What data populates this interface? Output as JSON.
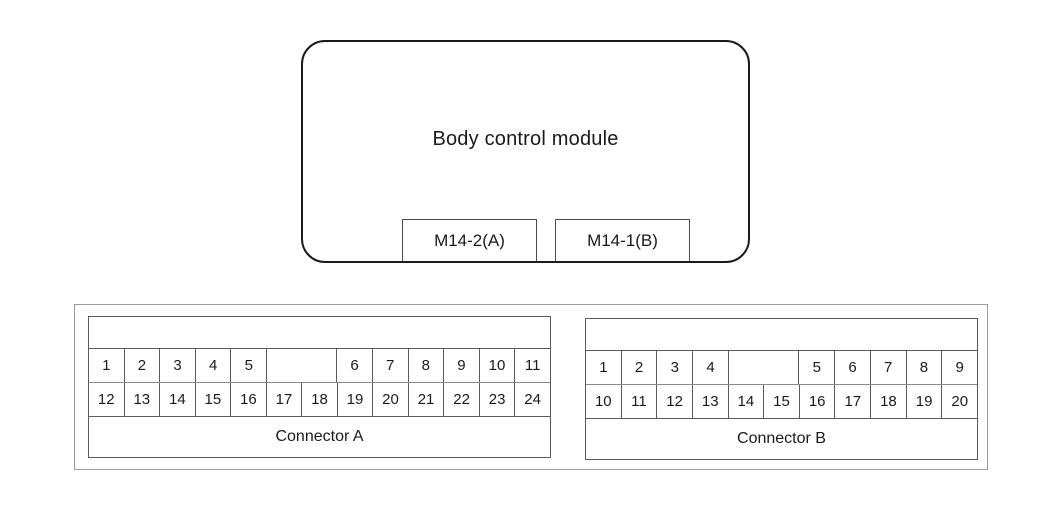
{
  "diagram": {
    "module": {
      "title": "Body control module",
      "tabs": [
        {
          "label": "M14-2(A)"
        },
        {
          "label": "M14-1(B)"
        }
      ]
    },
    "connectors": [
      {
        "label": "Connector A",
        "top_row": [
          "1",
          "2",
          "3",
          "4",
          "5",
          "",
          "6",
          "7",
          "8",
          "9",
          "10",
          "11"
        ],
        "top_row_gap_index": 5,
        "bottom_row": [
          "12",
          "13",
          "14",
          "15",
          "16",
          "17",
          "18",
          "19",
          "20",
          "21",
          "22",
          "23",
          "24"
        ]
      },
      {
        "label": "Connector B",
        "top_row": [
          "1",
          "2",
          "3",
          "4",
          "",
          "5",
          "6",
          "7",
          "8",
          "9"
        ],
        "top_row_gap_index": 4,
        "bottom_row": [
          "10",
          "11",
          "12",
          "13",
          "14",
          "15",
          "16",
          "17",
          "18",
          "19",
          "20"
        ]
      }
    ]
  }
}
